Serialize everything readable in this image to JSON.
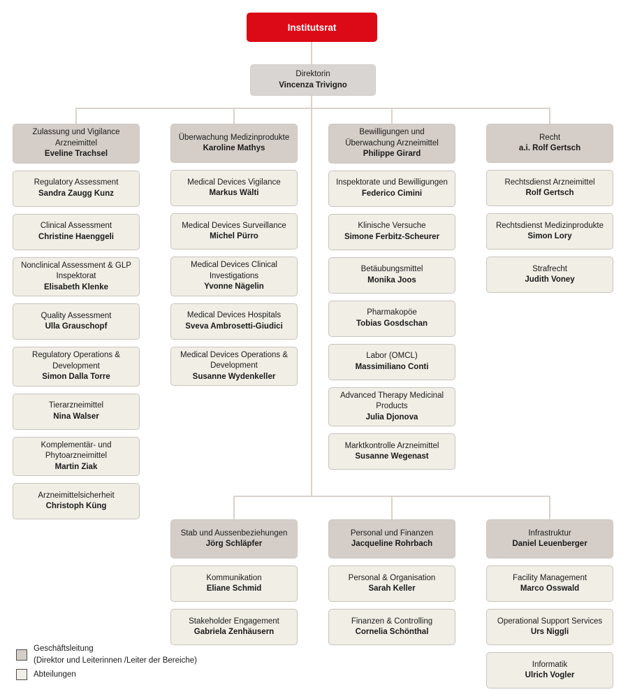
{
  "palette": {
    "red": "#dc0a16",
    "management_fill": "#d5cec8",
    "director_fill": "#d9d5d2",
    "department_fill": "#f1eee6",
    "line_color": "#d9d2cb"
  },
  "root": {
    "label": "Institutsrat"
  },
  "director": {
    "title": "Direktorin",
    "name": "Vincenza Trivigno"
  },
  "top_branches": [
    {
      "head": {
        "title": "Zulassung und Vigilance Arzneimittel",
        "name": "Eveline Trachsel"
      },
      "units": [
        {
          "title": "Regulatory Assessment",
          "name": "Sandra Zaugg Kunz"
        },
        {
          "title": "Clinical Assessment",
          "name": "Christine Haenggeli"
        },
        {
          "title": "Nonclinical Assessment & GLP Inspektorat",
          "name": "Elisabeth Klenke"
        },
        {
          "title": "Quality Assessment",
          "name": "Ulla Grauschopf"
        },
        {
          "title": "Regulatory Operations & Development",
          "name": "Simon Dalla Torre"
        },
        {
          "title": "Tierarzneimittel",
          "name": "Nina Walser"
        },
        {
          "title": "Komplementär- und Phytoarzneimittel",
          "name": "Martin Ziak"
        },
        {
          "title": "Arzneimittelsicherheit",
          "name": "Christoph Küng"
        }
      ]
    },
    {
      "head": {
        "title": "Überwachung Medizinprodukte",
        "name": "Karoline Mathys"
      },
      "units": [
        {
          "title": "Medical Devices Vigilance",
          "name": "Markus Wälti"
        },
        {
          "title": "Medical Devices Surveillance",
          "name": "Michel Pürro"
        },
        {
          "title": "Medical Devices Clinical Investigations",
          "name": "Yvonne Nägelin"
        },
        {
          "title": "Medical Devices Hospitals",
          "name": "Sveva Ambrosetti-Giudici"
        },
        {
          "title": "Medical Devices Operations & Development",
          "name": "Susanne Wydenkeller"
        }
      ]
    },
    {
      "head": {
        "title": "Bewilligungen und Überwachung Arzneimittel",
        "name": "Philippe Girard"
      },
      "units": [
        {
          "title": "Inspektorate und Bewilligungen",
          "name": "Federico Cimini"
        },
        {
          "title": "Klinische Versuche",
          "name": "Simone Ferbitz-Scheurer"
        },
        {
          "title": "Betäubungsmittel",
          "name": "Monika Joos"
        },
        {
          "title": "Pharmakopöe",
          "name": "Tobias Gosdschan"
        },
        {
          "title": "Labor (OMCL)",
          "name": "Massimiliano Conti"
        },
        {
          "title": "Advanced Therapy Medicinal Products",
          "name": "Julia Djonova"
        },
        {
          "title": "Marktkontrolle Arzneimittel",
          "name": "Susanne Wegenast"
        }
      ]
    },
    {
      "head": {
        "title": "Recht",
        "name": "a.i. Rolf Gertsch"
      },
      "units": [
        {
          "title": "Rechtsdienst Arzneimittel",
          "name": "Rolf Gertsch"
        },
        {
          "title": "Rechtsdienst Medizinprodukte",
          "name": "Simon Lory"
        },
        {
          "title": "Strafrecht",
          "name": "Judith Voney"
        }
      ]
    }
  ],
  "bottom_branches": [
    {
      "head": {
        "title": "Stab und Aussenbeziehungen",
        "name": "Jörg Schläpfer"
      },
      "units": [
        {
          "title": "Kommunikation",
          "name": "Eliane Schmid"
        },
        {
          "title": "Stakeholder Engagement",
          "name": "Gabriela Zenhäusern"
        }
      ]
    },
    {
      "head": {
        "title": "Personal und Finanzen",
        "name": "Jacqueline Rohrbach"
      },
      "units": [
        {
          "title": "Personal & Organisation",
          "name": "Sarah Keller"
        },
        {
          "title": "Finanzen & Controlling",
          "name": "Cornelia Schönthal"
        }
      ]
    },
    {
      "head": {
        "title": "Infrastruktur",
        "name": "Daniel Leuenberger"
      },
      "units": [
        {
          "title": "Facility Management",
          "name": "Marco Osswald"
        },
        {
          "title": "Operational Support Services",
          "name": "Urs Niggli"
        },
        {
          "title": "Informatik",
          "name": "Ulrich Vogler"
        }
      ]
    }
  ],
  "legend": {
    "management_line1": "Geschäftsleitung",
    "management_line2": "(Direktor und Leiterinnen /Leiter der Bereiche)",
    "departments_label": "Abteilungen"
  }
}
